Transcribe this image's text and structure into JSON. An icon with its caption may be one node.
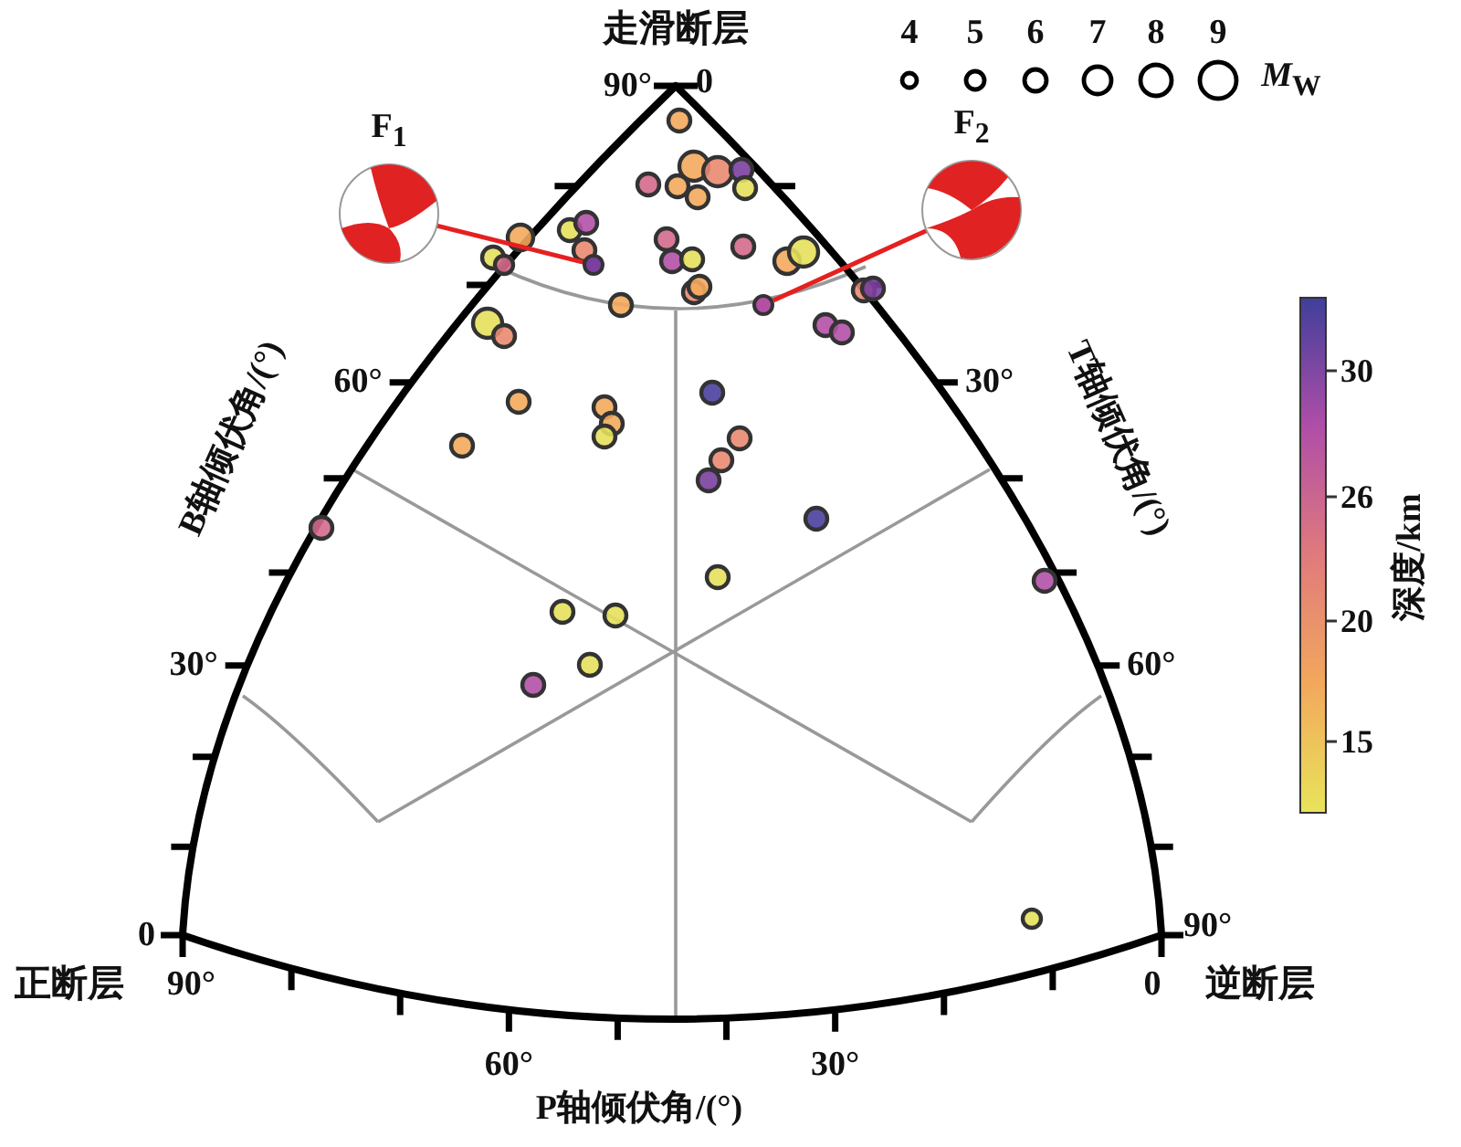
{
  "diagram": {
    "nodes": [
      {
        "text": [
          "F$_{1}$"
        ]
      },
      {
        "text": [
          "F$_{2}$"
        ]
      },
      {
        "text": [],
        "shape": "circle"
      },
      {
        "text": [],
        "shape": "circle"
      }
    ],
    "edges": [
      {
        "from": 0,
        "to": 2,
        "arrow": "none"
      },
      {
        "from": 1,
        "to": 3,
        "arrow": "none"
      }
    ],
    "labels": [
      "走滑断层",
      "90°",
      "0",
      "*M*$_{W}$",
      "60°",
      "30°",
      "B轴倾伏角/(°)",
      "T轴倾伏角/(°)",
      "30°",
      "60°",
      "0",
      "90°",
      "正断层",
      "90°",
      "0",
      "逆断层",
      "60°",
      "30°",
      "P轴倾伏角/(°)",
      "30",
      "26",
      "20",
      "15",
      "深度/km"
    ],
    "legend": [
      {
        "text": "4"
      },
      {
        "text": "5"
      },
      {
        "text": "6"
      },
      {
        "text": "7"
      },
      {
        "text": "8"
      },
      {
        "text": "9"
      }
    ]
  }
}
